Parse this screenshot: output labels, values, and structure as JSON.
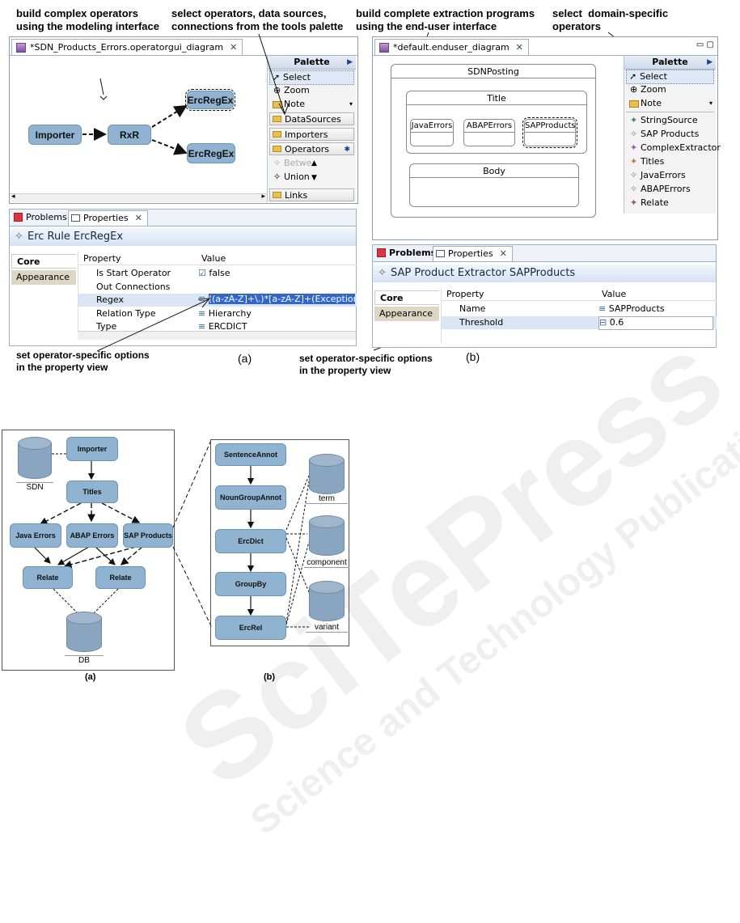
{
  "annotations": {
    "top_left": "build complex operators\nusing the modeling interface",
    "top_mid": "select operators, data sources,\nconnections from the tools palette",
    "top_right_a": "build complete extraction programs\nusing the end-user interface",
    "top_right_b": "select  domain-specific\noperators",
    "bottom_left": "set operator-specific options\nin the property view",
    "bottom_right": "set operator-specific options\nin the property view",
    "label_a": "(a)",
    "label_b": "(b)"
  },
  "left_editor": {
    "tab_title": "*SDN_Products_Errors.operatorgui_diagram",
    "close": "✕",
    "nodes": {
      "importer": "Importer",
      "rxr": "RxR",
      "ercregex_top": "ErcRegEx",
      "ercregex_bottom": "ErcRegEx"
    },
    "palette": {
      "title": "Palette",
      "tools": [
        "Select",
        "Zoom",
        "Note"
      ],
      "sections": [
        "DataSources",
        "Importers",
        "Operators"
      ],
      "operators": [
        "Betwe",
        "Union"
      ],
      "links": "Links"
    },
    "props_tabs": [
      "Problems",
      "Properties"
    ],
    "props_title": "Erc Rule ErcRegEx",
    "side_tabs": [
      "Core",
      "Appearance"
    ],
    "columns": [
      "Property",
      "Value"
    ],
    "rows": [
      {
        "name": "Is Start Operator",
        "value": "false"
      },
      {
        "name": "Out Connections",
        "value": ""
      },
      {
        "name": "Regex",
        "value": "((a-zA-Z]+\\.)*[a-zA-Z]+(Exception|Erro"
      },
      {
        "name": "Relation Type",
        "value": "Hierarchy"
      },
      {
        "name": "Type",
        "value": "ERCDICT"
      }
    ]
  },
  "right_editor": {
    "tab_title": "*default.enduser_diagram",
    "close": "✕",
    "containers": {
      "outer": "SDNPosting",
      "title": "Title",
      "body": "Body"
    },
    "boxes": [
      "JavaErrors",
      "ABAPErrors",
      "SAPProducts"
    ],
    "palette": {
      "title": "Palette",
      "tools": [
        "Select",
        "Zoom",
        "Note"
      ],
      "items": [
        "StringSource",
        "SAP Products",
        "ComplexExtractor",
        "Titles",
        "JavaErrors",
        "ABAPErrors",
        "Relate"
      ]
    },
    "props_tabs": [
      "Problems",
      "Properties"
    ],
    "props_title": "SAP Product Extractor SAPProducts",
    "side_tabs": [
      "Core",
      "Appearance"
    ],
    "columns": [
      "Property",
      "Value"
    ],
    "rows": [
      {
        "name": "Name",
        "value": "SAPProducts"
      },
      {
        "name": "Threshold",
        "value": "0.6"
      }
    ]
  },
  "bottom_diagram_a": {
    "nodes": {
      "importer": "Importer",
      "titles": "Titles",
      "java": "Java Errors",
      "abap": "ABAP Errors",
      "sap": "SAP Products",
      "relate1": "Relate",
      "relate2": "Relate"
    },
    "dbs": {
      "sdn": "SDN",
      "db": "DB"
    },
    "label": "(a)"
  },
  "bottom_diagram_b": {
    "nodes": {
      "sentence": "SentenceAnnot",
      "noungroup": "NounGroupAnnot",
      "ercdict": "ErcDict",
      "groupby": "GroupBy",
      "ercrel": "ErcRel"
    },
    "dbs": {
      "term": "term",
      "component": "component",
      "variant": "variant"
    },
    "label": "(b)"
  },
  "watermark": {
    "main": "SciTePress",
    "sub": "Science and Technology Publications"
  }
}
